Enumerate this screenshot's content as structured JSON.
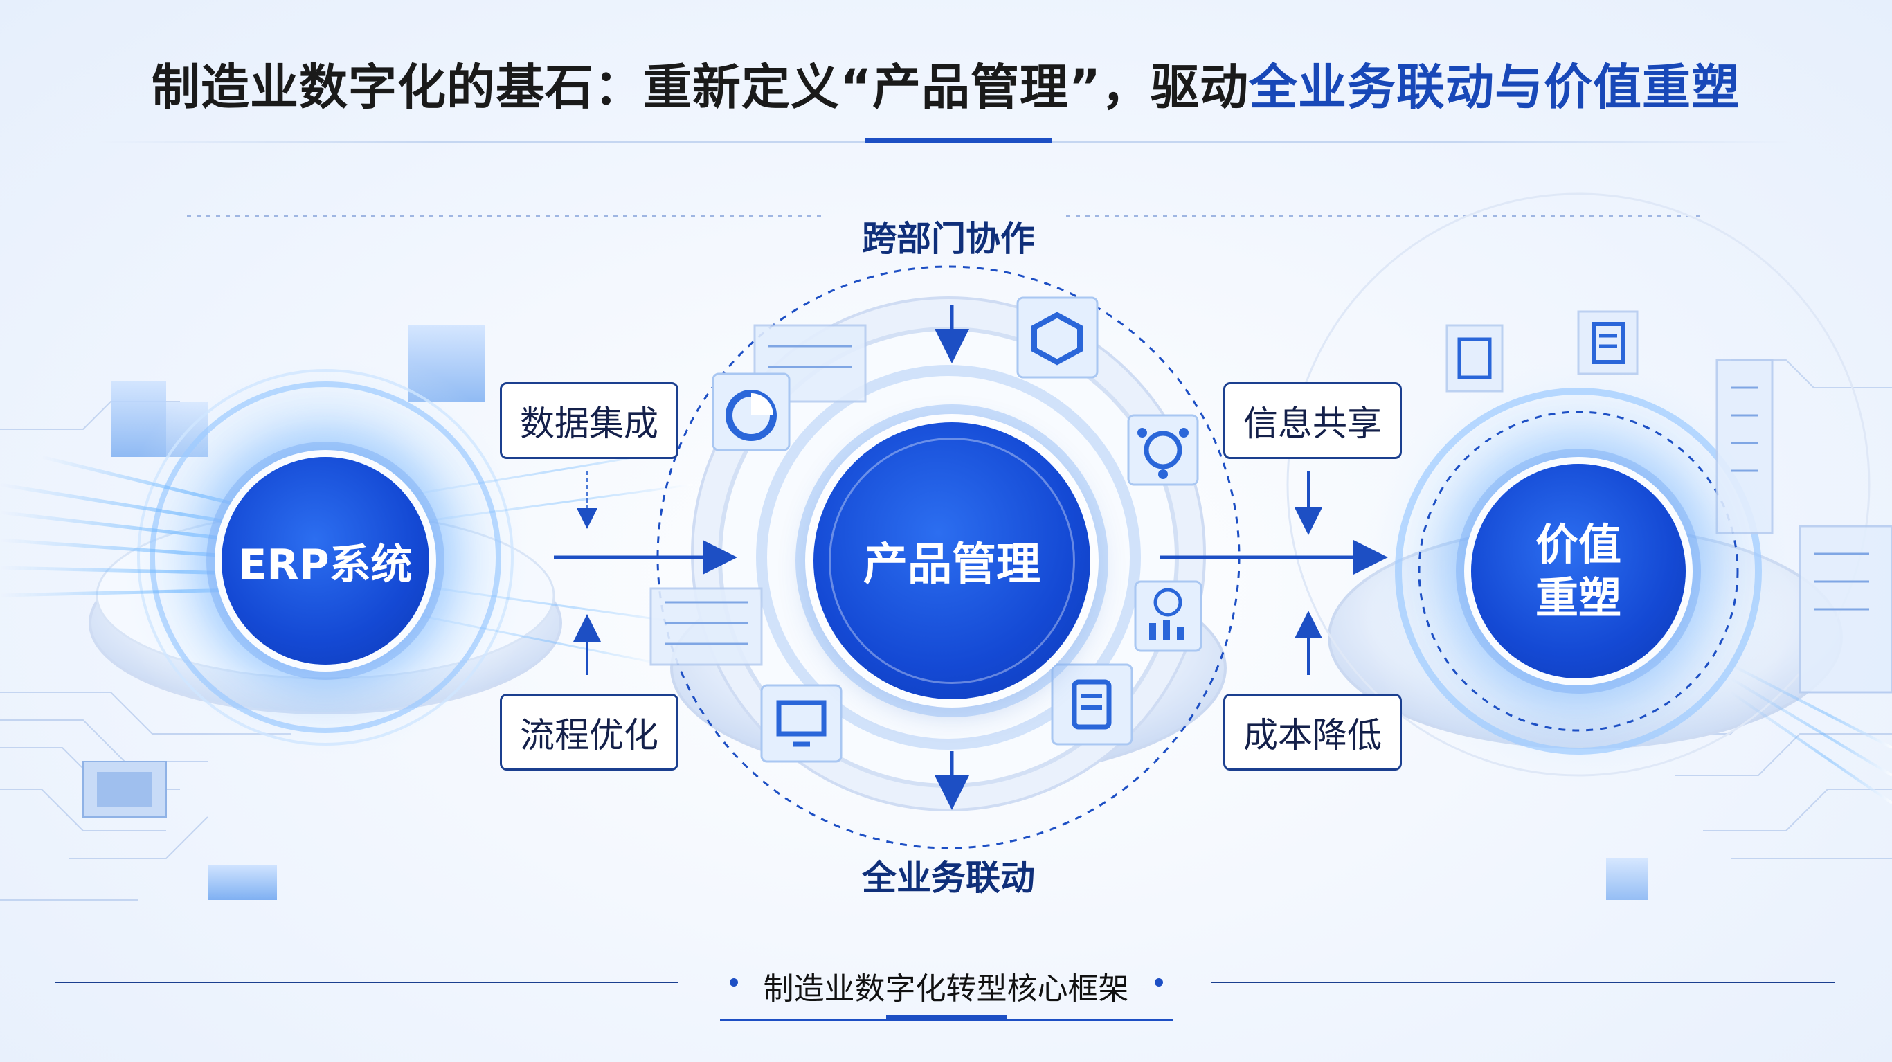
{
  "title": {
    "prefix": "制造业数字化的基石：重新定义“产品管理”，驱动",
    "highlight": "全业务联动与价值重塑"
  },
  "top_label": "跨部门协作",
  "bottom_label": "全业务联动",
  "nodes": {
    "erp": "ERP系统",
    "product": "产品管理",
    "value_line1": "价值",
    "value_line2": "重塑"
  },
  "boxes": {
    "data_integration": "数据集成",
    "process_optimization": "流程优化",
    "info_sharing": "信息共享",
    "cost_reduction": "成本降低"
  },
  "footer": "制造业数字化转型核心框架",
  "colors": {
    "accent": "#1d4fc4",
    "node_fill": "#1449d4",
    "label_text": "#0f2f7a",
    "box_border": "#1b3f8f"
  },
  "icons": [
    "pie-chart-icon",
    "hexagon-icon",
    "network-icon",
    "yen-chart-icon",
    "document-icon",
    "monitor-icon",
    "list-icon"
  ]
}
